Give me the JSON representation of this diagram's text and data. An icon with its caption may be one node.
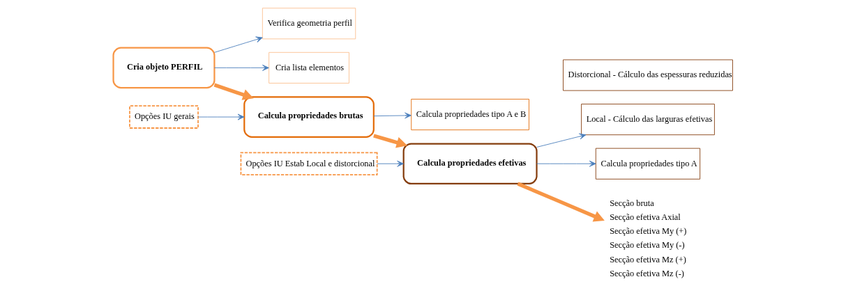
{
  "diagram": {
    "nodes": [
      {
        "text": [
          "Cria objeto PERFIL"
        ]
      },
      {
        "text": [
          "Verifica geometria perfil"
        ]
      },
      {
        "text": [
          "Cria lista elementos"
        ]
      },
      {
        "text": [
          "Opções IU gerais"
        ]
      },
      {
        "text": [
          "Calcula propriedades brutas"
        ]
      },
      {
        "text": [
          "Calcula propriedades tipo A e B"
        ]
      },
      {
        "text": [
          "Opções IU Estab Local e distorcional"
        ]
      },
      {
        "text": [
          "Calcula propriedades efetivas"
        ]
      },
      {
        "text": [
          "Local - Cálculo das larguras efetivas"
        ]
      },
      {
        "text": [
          "Distorcional - Cálculo das espessuras reduzidas"
        ]
      },
      {
        "text": [
          "Calcula propriedades tipo A"
        ]
      },
      {
        "text": [
          "Secção bruta",
          "Secção efetiva Axial",
          "Secção efetiva My (+)",
          "Secção efetiva My (-)",
          "Secção efetiva Mz (+)",
          "Secção efetiva Mz (-)"
        ]
      }
    ],
    "edges": [
      {
        "from": 0,
        "to": 1,
        "arrow": "to"
      },
      {
        "from": 0,
        "to": 2,
        "arrow": "to"
      },
      {
        "from": 0,
        "to": 4,
        "arrow": "to",
        "style": "thick",
        "color": "#f79646"
      },
      {
        "from": 3,
        "to": 4,
        "arrow": "to"
      },
      {
        "from": 4,
        "to": 5,
        "arrow": "to"
      },
      {
        "from": 4,
        "to": 7,
        "arrow": "to",
        "style": "thick",
        "color": "#f79646"
      },
      {
        "from": 6,
        "to": 7,
        "arrow": "to"
      },
      {
        "from": 7,
        "to": 8,
        "arrow": "to"
      },
      {
        "from": 7,
        "to": 10,
        "arrow": "to"
      },
      {
        "from": 7,
        "to": 11,
        "arrow": "to",
        "style": "thick",
        "color": "#f79646"
      }
    ]
  }
}
